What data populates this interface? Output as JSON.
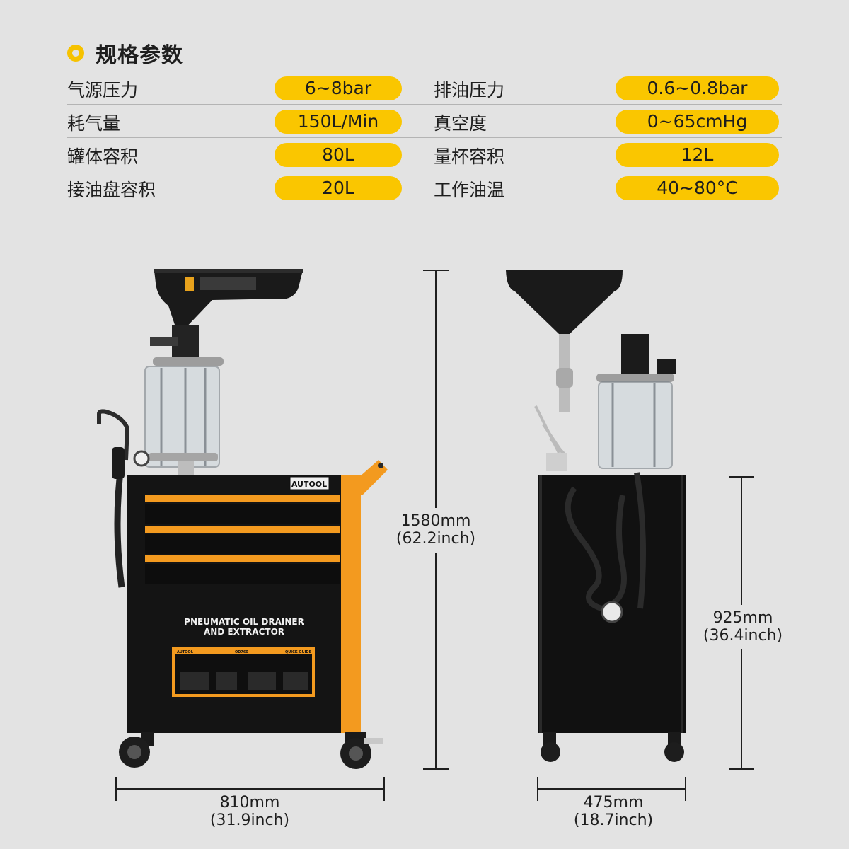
{
  "header": {
    "title": "规格参数",
    "icon": "ring-bullet-icon",
    "accent_color": "#f6c200"
  },
  "specs": [
    {
      "left_label": "气源压力",
      "left_value": "6~8bar",
      "right_label": "排油压力",
      "right_value": "0.6~0.8bar"
    },
    {
      "left_label": "耗气量",
      "left_value": "150L/Min",
      "right_label": "真空度",
      "right_value": "0~65cmHg"
    },
    {
      "left_label": "罐体容积",
      "left_value": "80L",
      "right_label": "量杯容积",
      "right_value": "12L"
    },
    {
      "left_label": "接油盘容积",
      "left_value": "20L",
      "right_label": "工作油温",
      "right_value": "40~80°C"
    }
  ],
  "product": {
    "brand": "AUTOOL",
    "panel_title_line1": "PNEUMATIC OIL DRAINER",
    "panel_title_line2": "AND EXTRACTOR",
    "guide_left": "AUTOOL",
    "guide_model": "OD760",
    "guide_right": "QUICK GUIDE",
    "colors": {
      "frame_orange": "#f39a1f",
      "body_black": "#141414",
      "pill_yellow": "#fac600"
    }
  },
  "dimensions": {
    "total_height": {
      "value": "1580mm",
      "inch": "(62.2inch)"
    },
    "width": {
      "value": "810mm",
      "inch": "(31.9inch)"
    },
    "cabinet_height": {
      "value": "925mm",
      "inch": "(36.4inch)"
    },
    "depth": {
      "value": "475mm",
      "inch": "(18.7inch)"
    }
  }
}
